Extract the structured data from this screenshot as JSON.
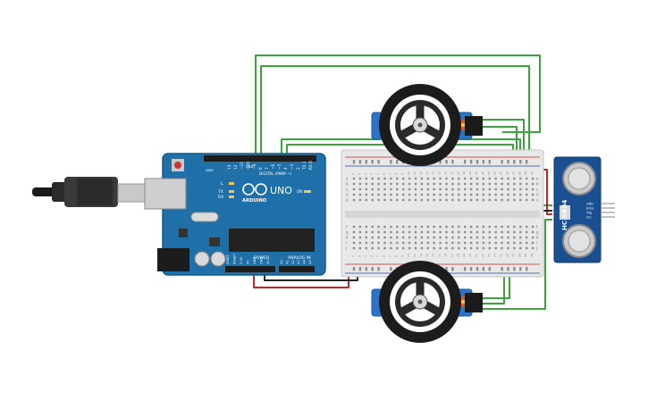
{
  "board": {
    "brand": "ARDUINO",
    "model": "UNO",
    "digital_label": "DIGITAL (PWM ~)",
    "power_label": "POWER",
    "analog_label": "ANALOG IN",
    "led_l": "L",
    "led_tx": "TX",
    "led_rx": "RX",
    "aref": "AREF",
    "gnd": "GND",
    "on": "ON",
    "digital_pins": [
      "13",
      "12",
      "~11",
      "~10",
      "~9",
      "8",
      "7",
      "~6",
      "~5",
      "4",
      "~3",
      "2",
      "TX 1",
      "RX 0"
    ],
    "power_pins": [
      "IOREF",
      "RESET",
      "3.3V",
      "5V",
      "GND",
      "GND",
      "Vin"
    ],
    "analog_pins": [
      "A0",
      "A1",
      "A2",
      "A3",
      "A4",
      "A5"
    ]
  },
  "breadboard": {
    "col_numbers": [
      "1",
      "2",
      "3",
      "4",
      "5",
      "6",
      "7",
      "8",
      "9",
      "10",
      "11",
      "12",
      "13",
      "14",
      "15",
      "16",
      "17",
      "18",
      "19",
      "20",
      "21",
      "22",
      "23",
      "24",
      "25",
      "26",
      "27",
      "28",
      "29",
      "30"
    ],
    "row_letters_top": [
      "a",
      "b",
      "c",
      "d",
      "e"
    ],
    "row_letters_bottom": [
      "f",
      "g",
      "h",
      "i",
      "j"
    ]
  },
  "sensor": {
    "model": "HC-SR04",
    "pins": [
      "GND",
      "Echo",
      "Trig",
      "Vcc"
    ]
  },
  "colors": {
    "wire_green": "#3aa53a",
    "wire_red": "#cc2222",
    "wire_black": "#222222",
    "board_blue": "#1f6fa8",
    "sensor_blue": "#1a4f91",
    "servo_blue": "#2b74c9"
  }
}
